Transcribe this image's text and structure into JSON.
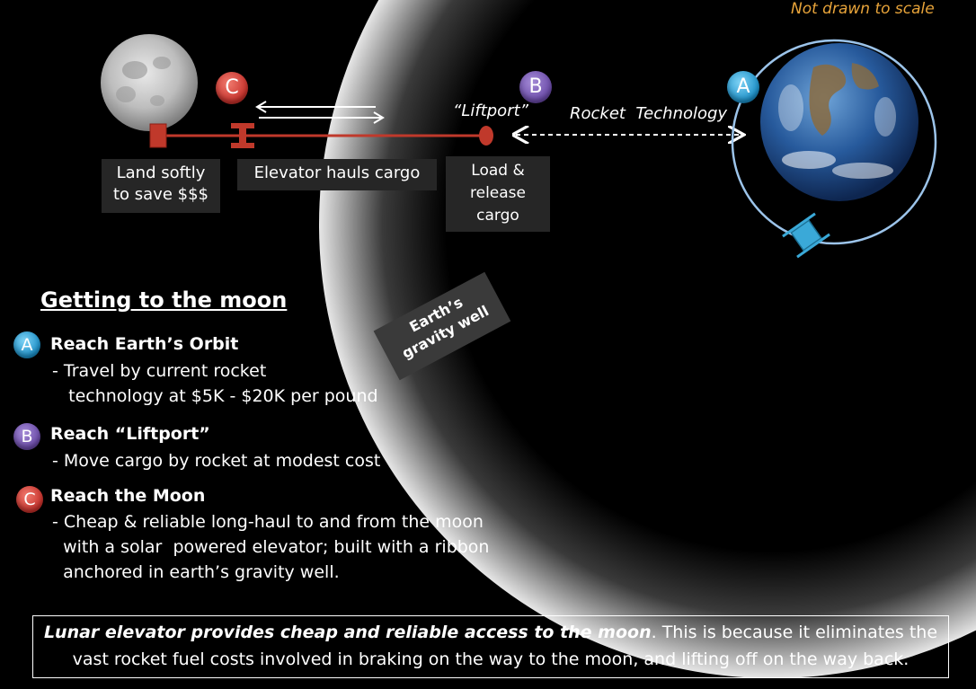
{
  "note": "Not drawn to scale",
  "badges": {
    "a": "A",
    "b": "B",
    "c": "C"
  },
  "labels": {
    "liftport": "“Liftport”",
    "rocket_tech": "Rocket  Technology",
    "land_softly": "Land softly\nto save $$$",
    "elevator_hauls": "Elevator hauls cargo",
    "load_release": "Load &\nrelease\ncargo",
    "gravity_well": "Earth’s\ngravity well"
  },
  "section": {
    "heading": "Getting to the moon",
    "items": [
      {
        "badge": "A",
        "title": "Reach Earth’s Orbit",
        "text": "- Travel by current rocket\n   technology at $5K - $20K per pound"
      },
      {
        "badge": "B",
        "title": "Reach “Liftport”",
        "text": "- Move cargo by rocket at modest cost"
      },
      {
        "badge": "C",
        "title": "Reach the Moon",
        "text": "- Cheap & reliable long-haul to and from the moon\n  with a solar  powered elevator; built with a ribbon\n  anchored in earth’s gravity well."
      }
    ]
  },
  "summary": {
    "bold": "Lunar elevator provides cheap and reliable access to the moon",
    "rest": ". This is because it eliminates the vast rocket fuel costs involved in braking on the way to the moon, and lifting off on the way back."
  },
  "colors": {
    "note": "#e8a43a",
    "ribbon": "#c0392b",
    "orbit": "#9cc4ea",
    "badge_a": "#1a8fc8",
    "badge_b": "#6a4aa8",
    "badge_c": "#c6302a"
  }
}
